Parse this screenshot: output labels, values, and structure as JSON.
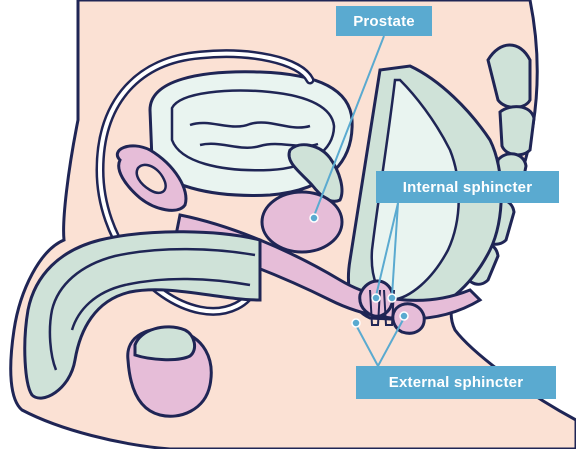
{
  "labels": {
    "prostate": "Prostate",
    "internal_sphincter": "Internal sphincter",
    "external_sphincter": "External sphincter"
  },
  "colors": {
    "skin": "#fbe1d4",
    "outline": "#1f2555",
    "pink": "#e6bdd8",
    "green": "#cfe2d8",
    "mint": "#e9f4f0",
    "label_bg": "#5aaad0",
    "pointer": "#5aaad0"
  }
}
